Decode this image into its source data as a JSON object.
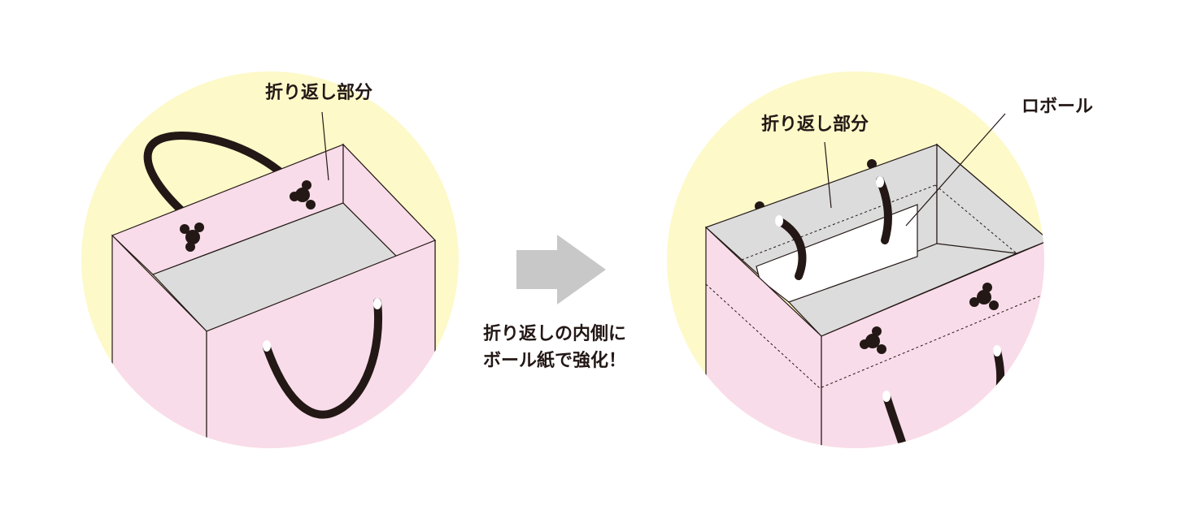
{
  "colors": {
    "background": "#ffffff",
    "circle": "#fdf9c9",
    "bag_pink": "#f9dce9",
    "fold_grey": "#dcdcdc",
    "board_white": "#ffffff",
    "rope": "#231815",
    "arrow": "#c8c8c8",
    "line": "#231815"
  },
  "left_diagram": {
    "label": "折り返し部分"
  },
  "middle": {
    "caption_line1": "折り返しの内側に",
    "caption_line2": "ボール紙で強化！"
  },
  "right_diagram": {
    "label_fold": "折り返し部分",
    "label_board": "ロボール"
  },
  "icons": {
    "arrow": "right-arrow-icon"
  }
}
